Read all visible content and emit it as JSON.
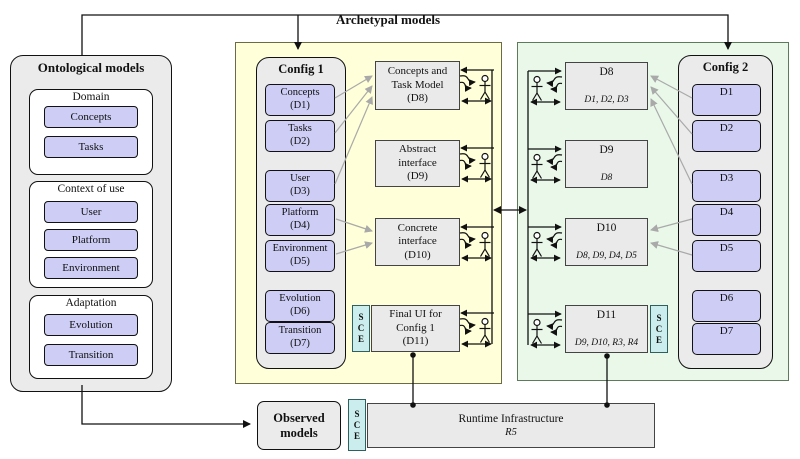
{
  "title_archetypal": "Archetypal models",
  "ontological": {
    "title": "Ontological models",
    "groups": [
      {
        "label": "Domain",
        "items": [
          "Concepts",
          "Tasks"
        ]
      },
      {
        "label": "Context of use",
        "items": [
          "User",
          "Platform",
          "Environment"
        ]
      },
      {
        "label": "Adaptation",
        "items": [
          "Evolution",
          "Transition"
        ]
      }
    ]
  },
  "config1": {
    "title": "Config 1",
    "models": [
      {
        "name": "Concepts",
        "id": "(D1)"
      },
      {
        "name": "Tasks",
        "id": "(D2)"
      },
      {
        "name": "User",
        "id": "(D3)"
      },
      {
        "name": "Platform",
        "id": "(D4)"
      },
      {
        "name": "Environment",
        "id": "(D5)"
      },
      {
        "name": "Evolution",
        "id": "(D6)"
      },
      {
        "name": "Transition",
        "id": "(D7)"
      }
    ]
  },
  "pipeline1": [
    {
      "l1": "Concepts and",
      "l2": "Task Model",
      "id": "(D8)"
    },
    {
      "l1": "Abstract",
      "l2": "interface",
      "id": "(D9)"
    },
    {
      "l1": "Concrete",
      "l2": "interface",
      "id": "(D10)"
    },
    {
      "l1": "Final UI for",
      "l2": "Config 1",
      "id": "(D11)"
    }
  ],
  "pipeline2": [
    {
      "name": "D8",
      "deps": "D1, D2, D3"
    },
    {
      "name": "D9",
      "deps": "D8"
    },
    {
      "name": "D10",
      "deps": "D8, D9, D4, D5"
    },
    {
      "name": "D11",
      "deps": "D9, D10, R3, R4"
    }
  ],
  "config2": {
    "title": "Config 2",
    "models": [
      "D1",
      "D2",
      "D3",
      "D4",
      "D5",
      "D6",
      "D7"
    ]
  },
  "sce": [
    "S",
    "C",
    "E"
  ],
  "observed": {
    "l1": "Observed",
    "l2": "models"
  },
  "runtime": {
    "title": "Runtime Infrastructure",
    "id": "R5"
  },
  "icons": {
    "user": "stick-figure-user",
    "flow": "bidirectional-flow-arrows"
  },
  "colors": {
    "panel1_bg": "#FFFFD9",
    "panel2_bg": "#E9F8E9",
    "model_bg": "#CDCDF5",
    "container_bg": "#EBEBEB",
    "process_bg": "#EAEAEA",
    "sce_bg": "#CBEDED",
    "line": "#111111",
    "dep_arrow": "#A9A9A9"
  }
}
